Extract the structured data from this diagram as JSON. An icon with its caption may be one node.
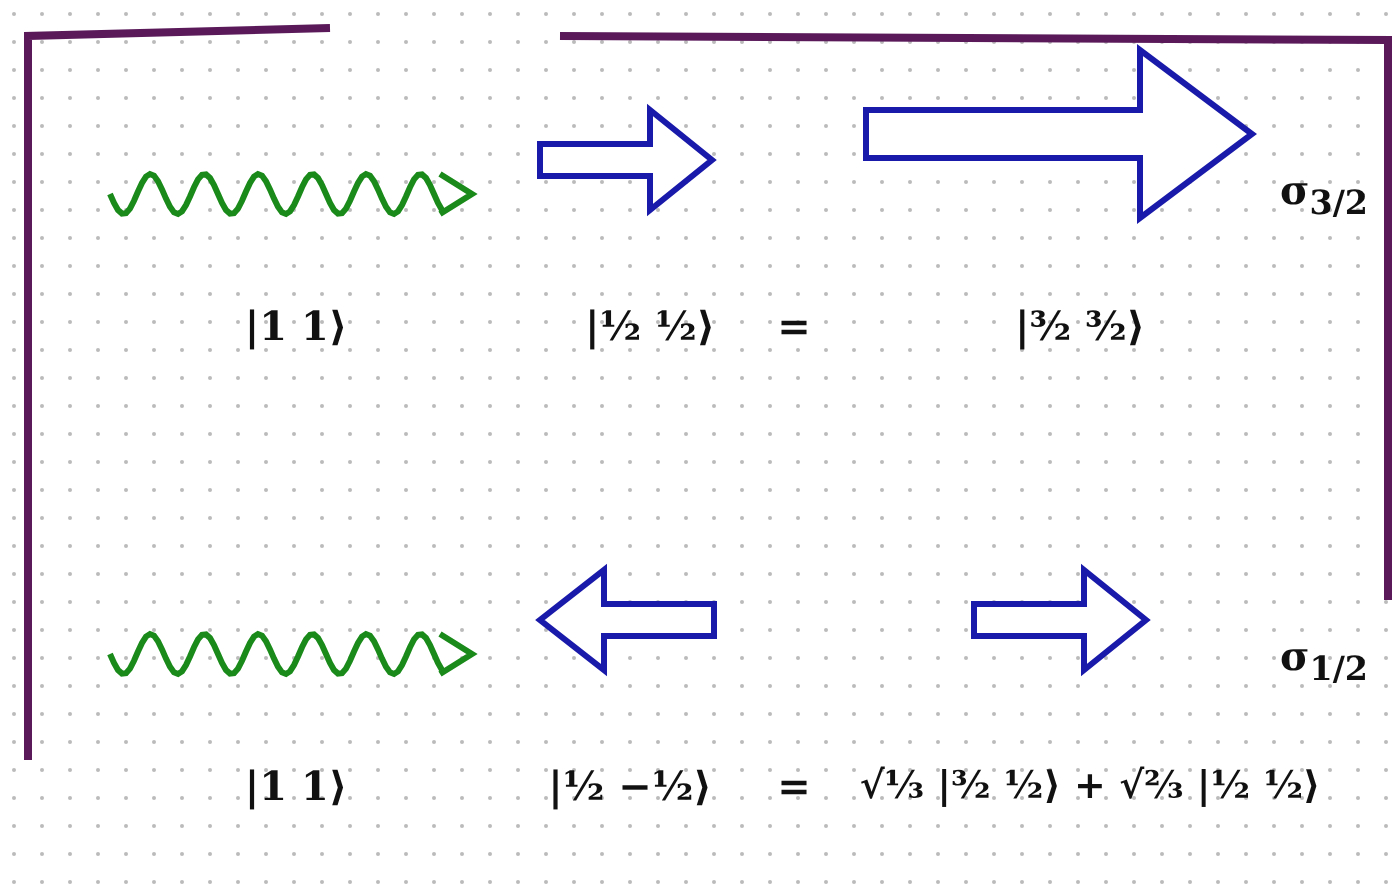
{
  "diagram": {
    "labels": [
      "|1 1⟩",
      "|½ ½⟩",
      "=",
      "|³⁄₂ ³⁄₂⟩",
      "σ$_{3/2}$",
      "|1 1⟩",
      "|½ −½⟩",
      "=",
      "√⅓ |³⁄₂ ½⟩ + √⅔ |½ ½⟩",
      "σ$_{1/2}$"
    ]
  }
}
